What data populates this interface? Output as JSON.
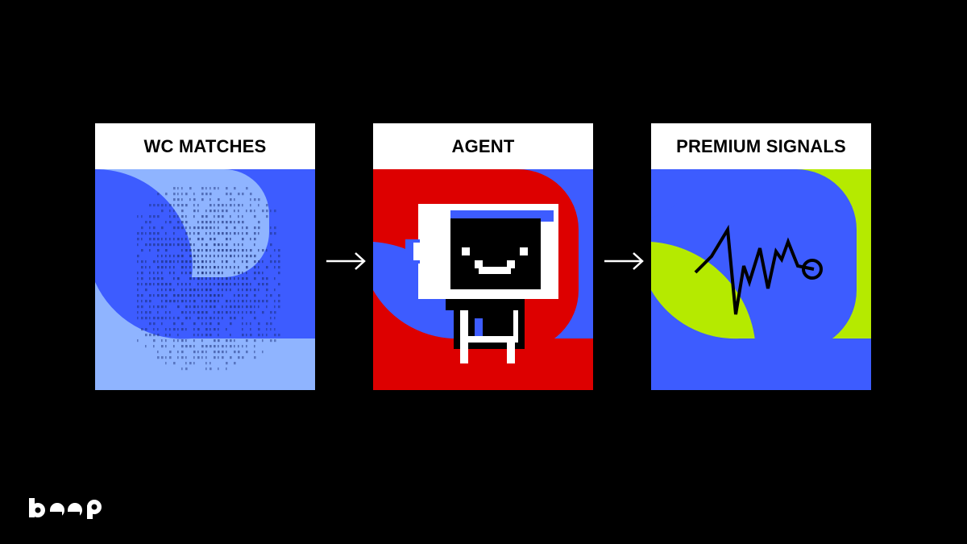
{
  "colors": {
    "background": "#000000",
    "blue": "#3d5cff",
    "light_blue": "#8fb4ff",
    "red": "#dd0000",
    "lime": "#b5ea00",
    "white": "#ffffff",
    "dots": "#1b2f7a"
  },
  "stages": [
    {
      "title": "WC MATCHES",
      "icon": "binary-data-icon"
    },
    {
      "title": "AGENT",
      "icon": "robot-monitor-icon"
    },
    {
      "title": "PREMIUM SIGNALS",
      "icon": "signal-wave-icon"
    }
  ],
  "connectors": [
    {
      "icon": "arrow-right-icon"
    },
    {
      "icon": "arrow-right-icon"
    }
  ],
  "brand": {
    "logo": "beep-logo"
  }
}
